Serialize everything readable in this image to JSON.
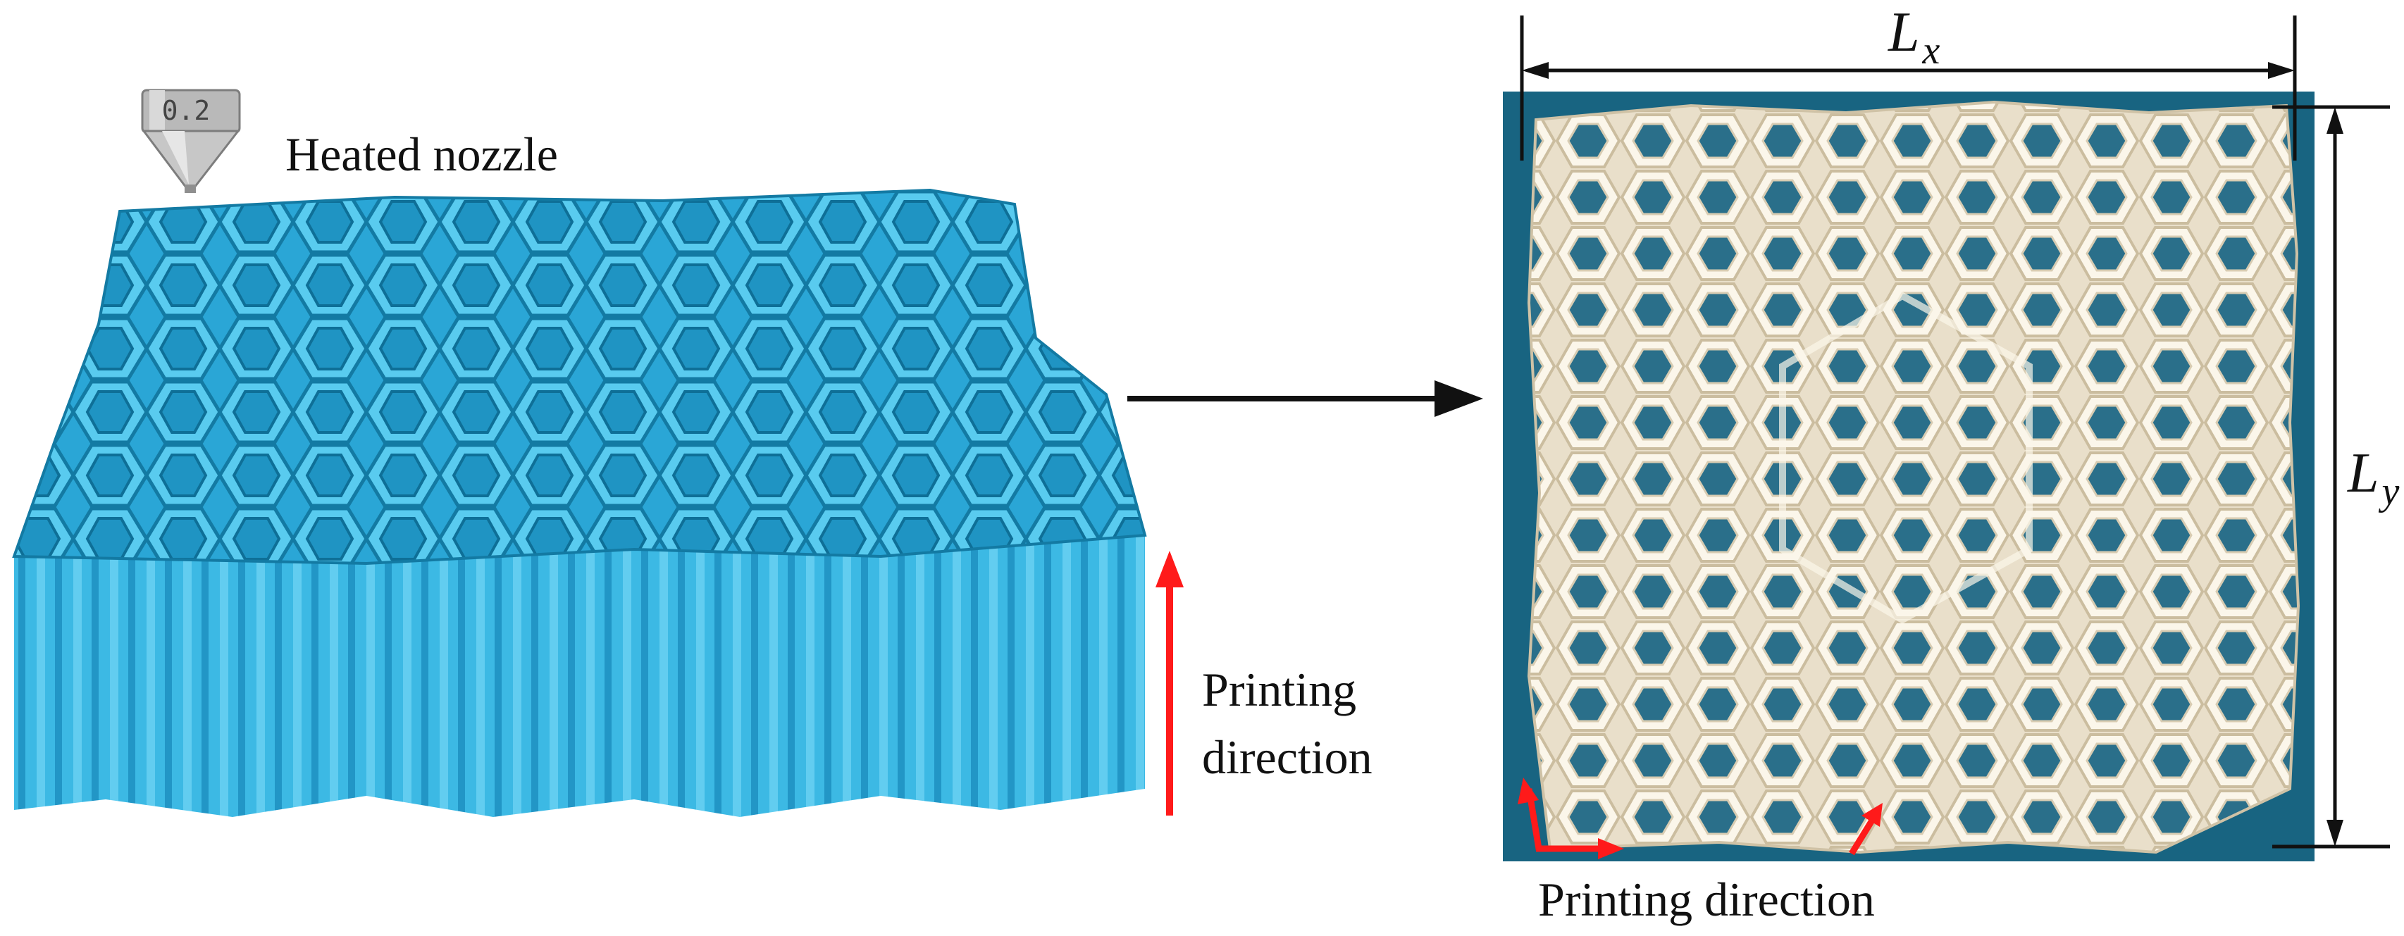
{
  "left_panel": {
    "nozzle_size": "0.2",
    "nozzle_label": "Heated nozzle",
    "printing_direction_line1": "Printing",
    "printing_direction_line2": "direction"
  },
  "right_panel": {
    "dim_x_main": "L",
    "dim_x_sub": "x",
    "dim_y_main": "L",
    "dim_y_sub": "y",
    "printing_direction_label": "Printing direction"
  },
  "colors": {
    "honeycomb_model": "#3cb9e4",
    "honeycomb_model_dark": "#1f8fb8",
    "photo_background": "#1b6f8f",
    "printed_part": "#f3ead8",
    "arrow_red": "#ff1a1a",
    "arrow_black": "#111111"
  }
}
